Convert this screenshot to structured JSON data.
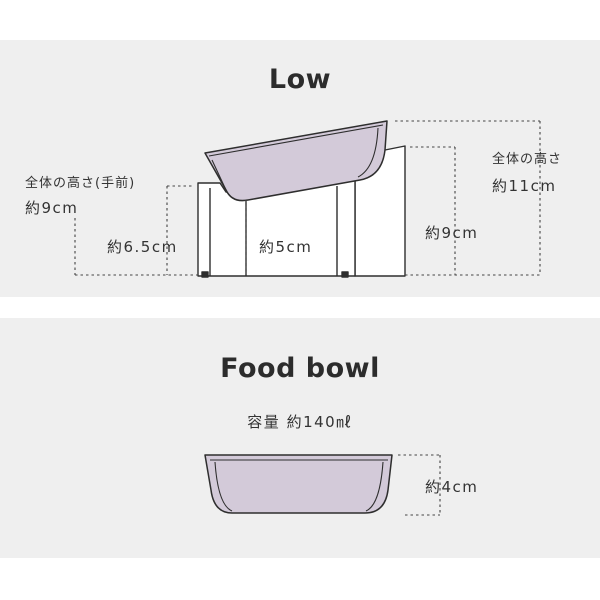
{
  "low": {
    "title": "Low",
    "front_height_label": "全体の高さ(手前)",
    "front_height_value": "約9cm",
    "inner_front_height": "約6.5cm",
    "inner_back_height": "約5cm",
    "side_height": "約9cm",
    "total_height_label": "全体の高さ",
    "total_height_value": "約11cm"
  },
  "food_bowl": {
    "title": "Food bowl",
    "capacity": "容量 約140㎖",
    "depth": "約4cm"
  },
  "colors": {
    "panel_bg": "#efefef",
    "bowl_fill": "#d3cad9",
    "outline": "#2e2e2e",
    "stand_fill": "#ffffff"
  }
}
